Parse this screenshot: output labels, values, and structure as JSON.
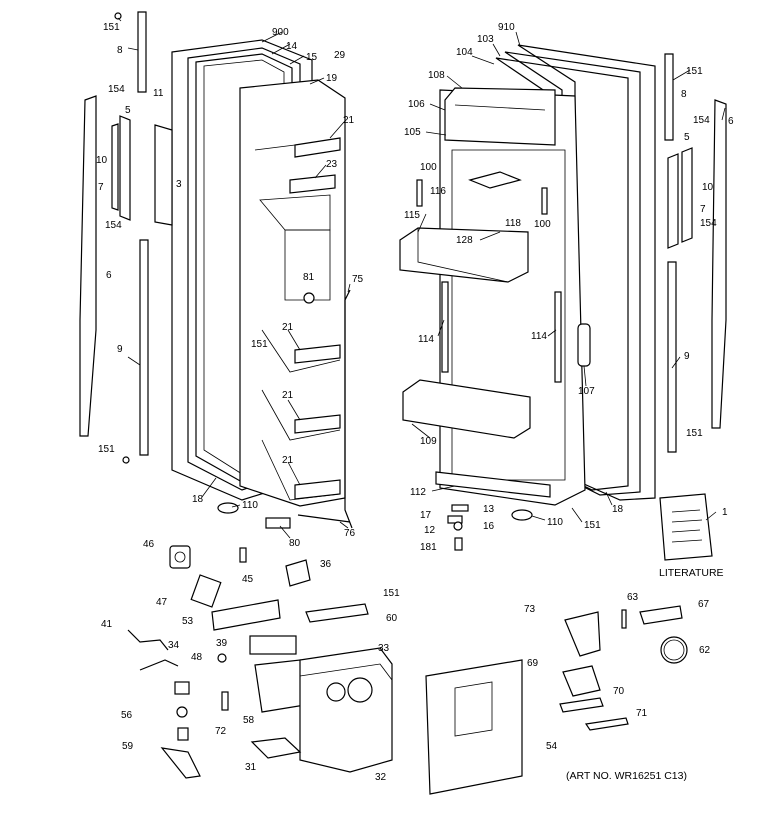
{
  "diagram": {
    "callouts": [
      {
        "text": "151"
      },
      {
        "text": "8"
      },
      {
        "text": "900"
      },
      {
        "text": "14"
      },
      {
        "text": "15"
      },
      {
        "text": "29"
      },
      {
        "text": "19"
      },
      {
        "text": "11"
      },
      {
        "text": "154"
      },
      {
        "text": "5"
      },
      {
        "text": "3"
      },
      {
        "text": "10"
      },
      {
        "text": "7"
      },
      {
        "text": "154"
      },
      {
        "text": "21"
      },
      {
        "text": "23"
      },
      {
        "text": "6"
      },
      {
        "text": "81"
      },
      {
        "text": "75"
      },
      {
        "text": "9"
      },
      {
        "text": "151"
      },
      {
        "text": "21"
      },
      {
        "text": "21"
      },
      {
        "text": "21"
      },
      {
        "text": "151"
      },
      {
        "text": "18"
      },
      {
        "text": "110"
      },
      {
        "text": "80"
      },
      {
        "text": "76"
      },
      {
        "text": "910"
      },
      {
        "text": "103"
      },
      {
        "text": "104"
      },
      {
        "text": "108"
      },
      {
        "text": "106"
      },
      {
        "text": "105"
      },
      {
        "text": "100"
      },
      {
        "text": "116"
      },
      {
        "text": "118"
      },
      {
        "text": "100"
      },
      {
        "text": "115"
      },
      {
        "text": "128"
      },
      {
        "text": "114"
      },
      {
        "text": "114"
      },
      {
        "text": "107"
      },
      {
        "text": "109"
      },
      {
        "text": "112"
      },
      {
        "text": "18"
      },
      {
        "text": "110"
      },
      {
        "text": "151"
      },
      {
        "text": "13"
      },
      {
        "text": "17"
      },
      {
        "text": "16"
      },
      {
        "text": "12"
      },
      {
        "text": "181"
      },
      {
        "text": "151"
      },
      {
        "text": "8"
      },
      {
        "text": "6"
      },
      {
        "text": "154"
      },
      {
        "text": "5"
      },
      {
        "text": "10"
      },
      {
        "text": "7"
      },
      {
        "text": "154"
      },
      {
        "text": "9"
      },
      {
        "text": "151"
      },
      {
        "text": "1"
      },
      {
        "text": "46"
      },
      {
        "text": "45"
      },
      {
        "text": "36"
      },
      {
        "text": "47"
      },
      {
        "text": "151"
      },
      {
        "text": "53"
      },
      {
        "text": "60"
      },
      {
        "text": "41"
      },
      {
        "text": "39"
      },
      {
        "text": "34"
      },
      {
        "text": "48"
      },
      {
        "text": "33"
      },
      {
        "text": "56"
      },
      {
        "text": "72"
      },
      {
        "text": "58"
      },
      {
        "text": "59"
      },
      {
        "text": "31"
      },
      {
        "text": "32"
      },
      {
        "text": "54"
      },
      {
        "text": "73"
      },
      {
        "text": "63"
      },
      {
        "text": "67"
      },
      {
        "text": "62"
      },
      {
        "text": "69"
      },
      {
        "text": "70"
      },
      {
        "text": "71"
      }
    ],
    "literature_label": "LITERATURE",
    "art_number": "(ART  NO. WR16251 C13)"
  }
}
